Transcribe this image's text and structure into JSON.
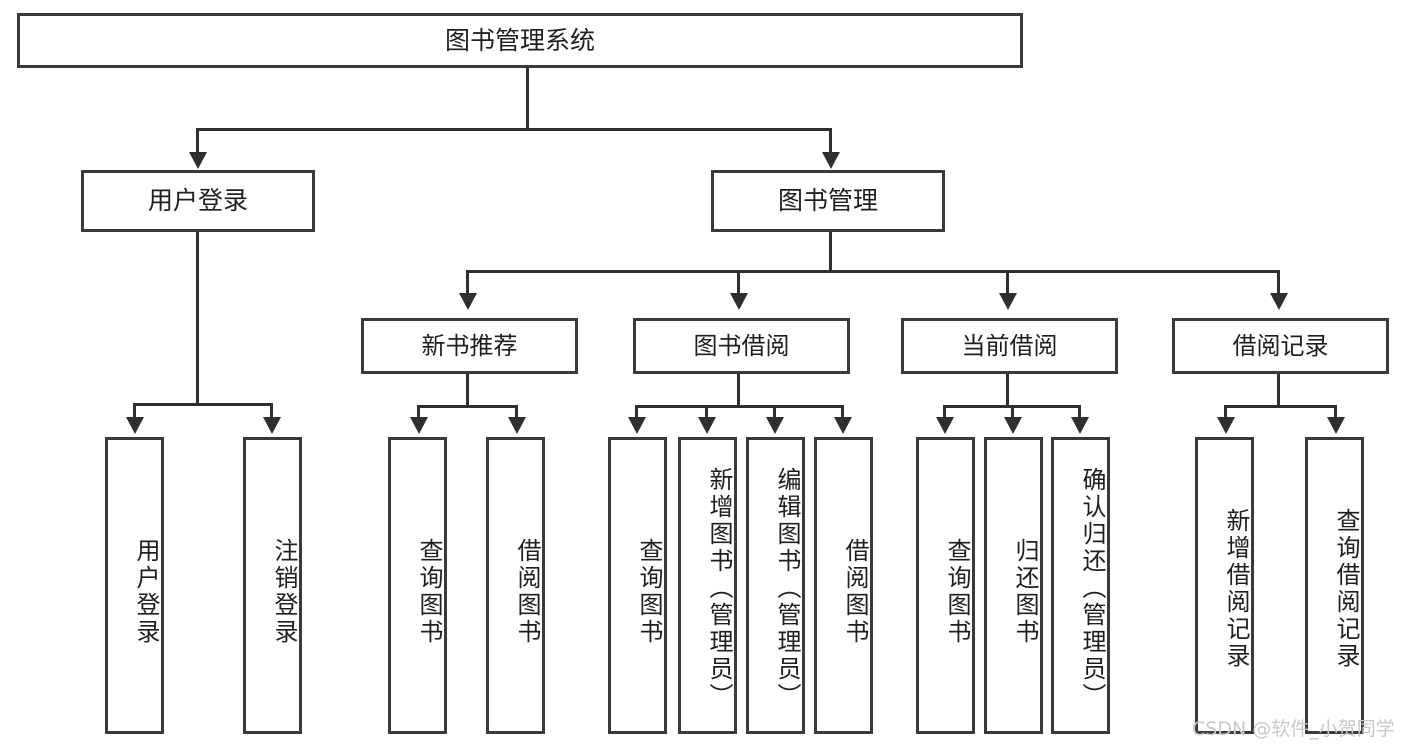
{
  "diagram": {
    "title": "图书管理系统",
    "type": "tree",
    "watermark": "CSDN @软件_小贺同学",
    "colors": {
      "background": "#ffffff",
      "border": "#3a3a3a",
      "connector": "#2f2f2f",
      "text": "#1f1f1f",
      "watermark": "#c9c9c9"
    }
  },
  "nodes": {
    "root": {
      "label": "图书管理系统"
    },
    "level2": [
      {
        "id": "user-login",
        "label": "用户登录"
      },
      {
        "id": "book-manage",
        "label": "图书管理"
      }
    ],
    "level3": [
      {
        "id": "new-book-recommend",
        "label": "新书推荐"
      },
      {
        "id": "book-borrow",
        "label": "图书借阅"
      },
      {
        "id": "current-borrow",
        "label": "当前借阅"
      },
      {
        "id": "borrow-record",
        "label": "借阅记录"
      }
    ],
    "leaves": {
      "user_login": [
        {
          "id": "leaf-user-login",
          "label": "用户登录"
        },
        {
          "id": "leaf-logout-login",
          "label": "注销登录"
        }
      ],
      "new_book_recommend": [
        {
          "id": "leaf-query-book-1",
          "label": "查询图书"
        },
        {
          "id": "leaf-borrow-book-1",
          "label": "借阅图书"
        }
      ],
      "book_borrow": [
        {
          "id": "leaf-query-book-2",
          "label": "查询图书"
        },
        {
          "id": "leaf-add-book",
          "label": "新增图书（管理员）"
        },
        {
          "id": "leaf-edit-book",
          "label": "编辑图书（管理员）"
        },
        {
          "id": "leaf-borrow-book-2",
          "label": "借阅图书"
        }
      ],
      "current_borrow": [
        {
          "id": "leaf-query-book-3",
          "label": "查询图书"
        },
        {
          "id": "leaf-return-book",
          "label": "归还图书"
        },
        {
          "id": "leaf-confirm-return",
          "label": "确认归还（管理员）"
        }
      ],
      "borrow_record": [
        {
          "id": "leaf-add-record",
          "label": "新增借阅记录"
        },
        {
          "id": "leaf-query-record",
          "label": "查询借阅记录"
        }
      ]
    }
  }
}
